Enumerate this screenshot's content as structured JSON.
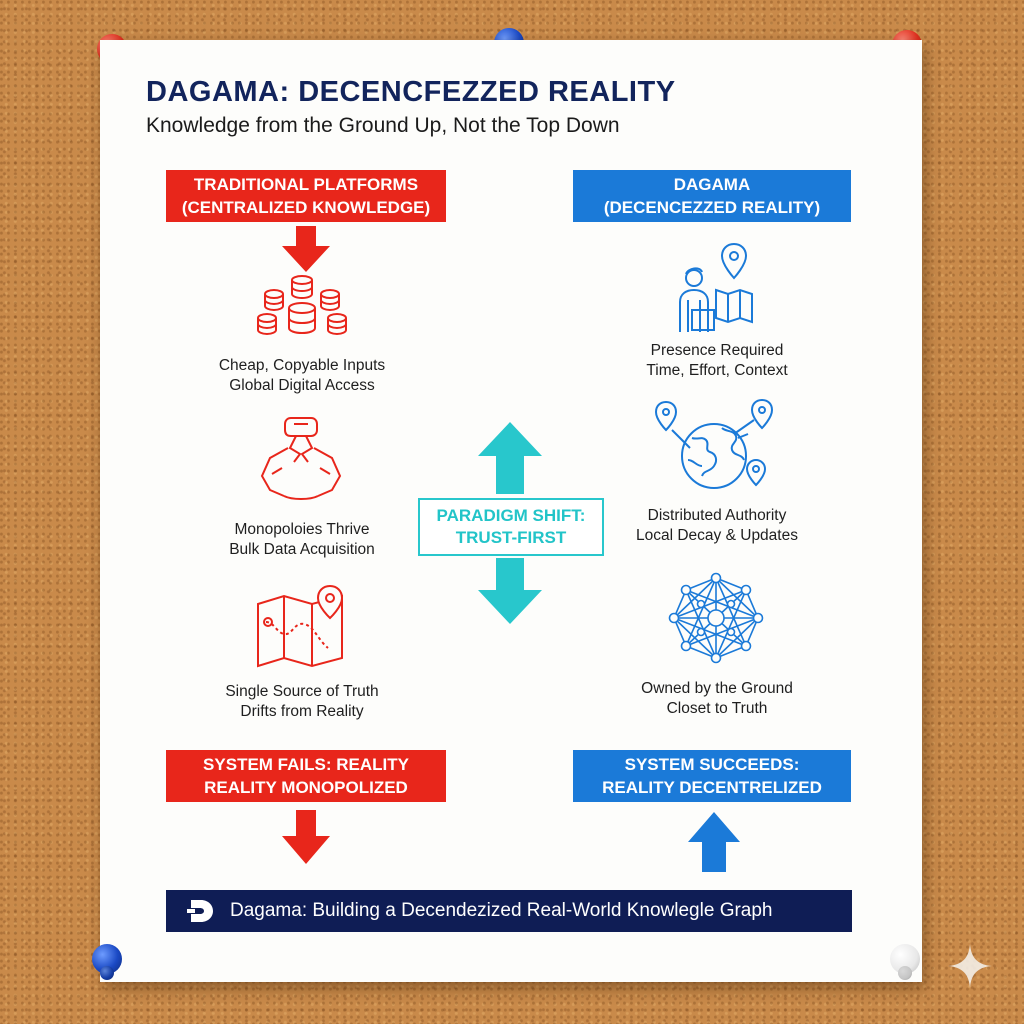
{
  "title": "DAGAMA: DECENCFEZZED REALITY",
  "subtitle": "Knowledge from the Ground Up, Not the Top Down",
  "left": {
    "header_line1": "TRADITIONAL PLATFORMS",
    "header_line2": "(CENTRALIZED KNOWLEDGE)",
    "items": [
      {
        "line1": "Cheap, Copyable Inputs",
        "line2": "Global Digital Access",
        "icon": "database-icon"
      },
      {
        "line1": "Monopoloies Thrive",
        "line2": "Bulk Data Acquisition",
        "icon": "claw-grabber-icon"
      },
      {
        "line1": "Single Source of Truth",
        "line2": "Drifts from Reality",
        "icon": "map-pin-icon"
      }
    ],
    "result_line1": "SYSTEM FAILS: REALITY",
    "result_line2": "REALITY MONOPOLIZED",
    "color": "#e8261b"
  },
  "right": {
    "header_line1": "DAGAMA",
    "header_line2": "(DECENCEZZED REALITY)",
    "items": [
      {
        "line1": "Presence Required",
        "line2": "Time, Effort, Context",
        "icon": "person-map-icon"
      },
      {
        "line1": "Distributed Authority",
        "line2": "Local Decay & Updates",
        "icon": "globe-pins-icon"
      },
      {
        "line1": "Owned by the Ground",
        "line2": "Closet to Truth",
        "icon": "network-icon"
      }
    ],
    "result_line1": "SYSTEM SUCCEEDS:",
    "result_line2": "REALITY DECENTRELIZED",
    "color": "#1b7ad8"
  },
  "center": {
    "line1": "PARADIGM SHIFT:",
    "line2": "TRUST-FIRST",
    "color": "#28c7cc"
  },
  "footer": {
    "text": "Dagama: Building a Decendezized Real-World Knowlegle Graph",
    "logo": "D"
  }
}
